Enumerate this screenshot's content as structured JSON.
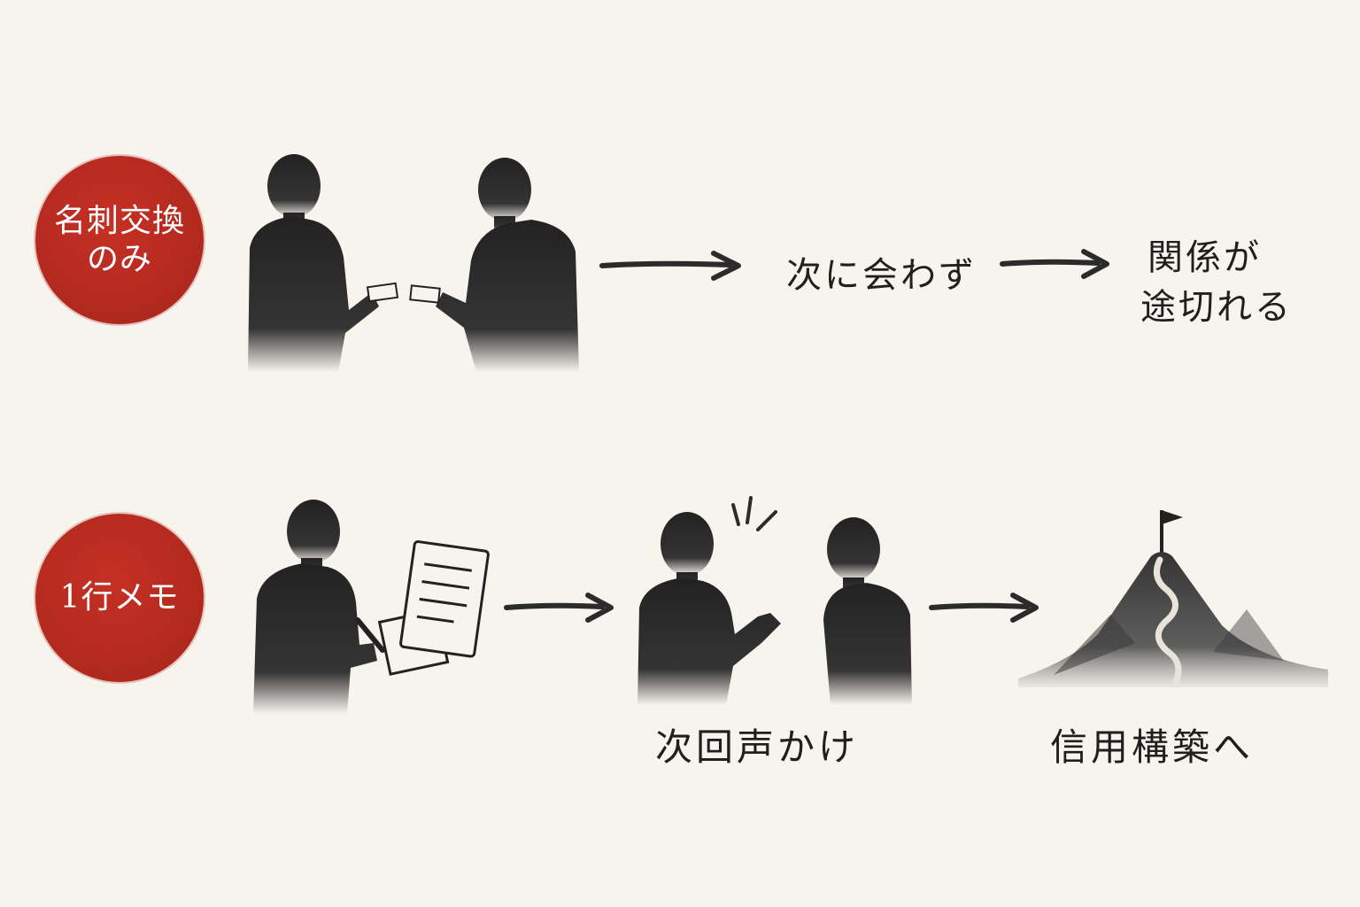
{
  "row1": {
    "badge_line1": "名刺交換",
    "badge_line2": "のみ",
    "step2": "次に会わず",
    "step3_line1": "関係が",
    "step3_line2": "途切れる"
  },
  "row2": {
    "badge_line1": "1行メモ",
    "step2": "次回声かけ",
    "step3": "信用構築へ"
  },
  "colors": {
    "accent_red": "#b42a1f",
    "ink": "#2b2b2b",
    "paper": "#f7f4ee"
  },
  "icons": [
    "business-card-exchange-icon",
    "note-taking-icon",
    "conversation-icon",
    "mountain-flag-icon",
    "arrow-right-icon"
  ]
}
